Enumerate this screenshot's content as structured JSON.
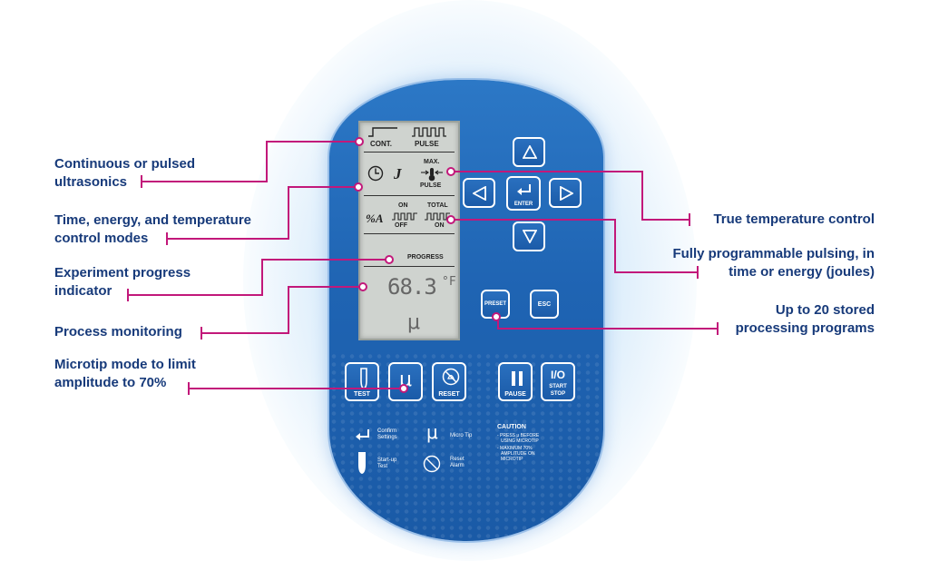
{
  "lcd": {
    "cont": "CONT.",
    "pulse": "PULSE",
    "joule_symbol": "J",
    "max": "MAX.",
    "pulse2": "PULSE",
    "percent_a": "%A",
    "on": "ON",
    "off": "OFF",
    "total": "TOTAL",
    "total_on": "ON",
    "progress": "PROGRESS",
    "temperature_value": "68.3",
    "temperature_unit": "°F",
    "micro_symbol": "μ"
  },
  "buttons": {
    "enter": "ENTER",
    "preset": "PRESET",
    "esc": "ESC",
    "test": "TEST",
    "reset": "RESET",
    "pause": "PAUSE",
    "start": "START",
    "stop": "STOP",
    "io": "I/O",
    "micro": "μ"
  },
  "legend": {
    "confirm_1": "Confirm",
    "confirm_2": "Settings",
    "startup_1": "Start-up",
    "startup_2": "Test",
    "micro_tip": "Micro Tip",
    "reset_1": "Reset",
    "reset_2": "Alarm",
    "caution": "CAUTION",
    "caution_1a": "- PRESS μ BEFORE",
    "caution_1b": "USING MICROTIP",
    "caution_2a": "- MAXIMUM 70%",
    "caution_2b": "AMPLITUDE ON",
    "caution_2c": "MICROTIP"
  },
  "callouts": {
    "continuous_1": "Continuous or pulsed",
    "continuous_2": "ultrasonics",
    "modes_1": "Time, energy, and temperature",
    "modes_2": "control modes",
    "progress_1": "Experiment progress",
    "progress_2": "indicator",
    "monitoring": "Process monitoring",
    "microtip_1": "Microtip mode to limit",
    "microtip_2": "amplitude to 70%",
    "temperature": "True temperature control",
    "pulsing_1": "Fully programmable pulsing, in",
    "pulsing_2": "time or energy (joules)",
    "stored_1": "Up to 20 stored",
    "stored_2": "processing programs"
  },
  "colors": {
    "panel": "#1f64b3",
    "callout_text": "#173a7a",
    "leader": "#c2187a",
    "lcd": "#cfd3cf"
  }
}
